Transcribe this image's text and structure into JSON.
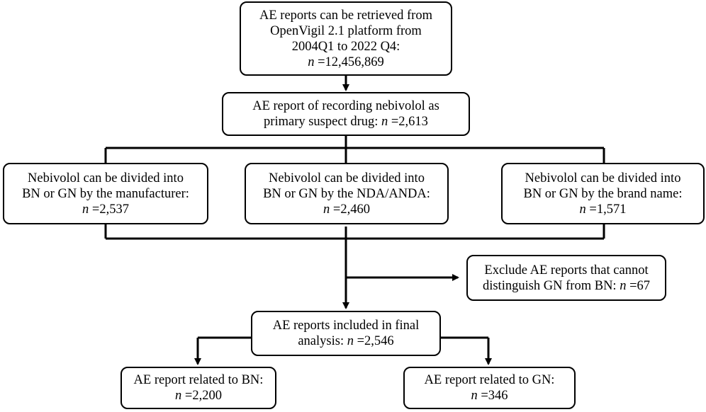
{
  "nodes": {
    "source": {
      "lines": [
        "AE reports can be retrieved from",
        "OpenVigil 2.1 platform from",
        "2004Q1 to 2022 Q4:"
      ],
      "n_symbol": "n",
      "n_value": " =12,456,869"
    },
    "primary": {
      "lines": [
        "AE report of recording nebivolol as"
      ],
      "last_prefix": "primary suspect drug: ",
      "n_symbol": "n",
      "n_value": " =2,613"
    },
    "manufacturer": {
      "lines": [
        "Nebivolol can be divided into",
        "BN or GN by the manufacturer:"
      ],
      "n_symbol": "n",
      "n_value": " =2,537"
    },
    "nda": {
      "lines": [
        "Nebivolol can be divided into",
        "BN or GN by the NDA/ANDA:"
      ],
      "n_symbol": "n",
      "n_value": " =2,460"
    },
    "brand": {
      "lines": [
        "Nebivolol can be divided into",
        "BN or GN by the brand name:"
      ],
      "n_symbol": "n",
      "n_value": " =1,571"
    },
    "exclude": {
      "lines": [
        "Exclude AE reports that cannot"
      ],
      "last_prefix": "distinguish GN from BN: ",
      "n_symbol": "n",
      "n_value": " =67"
    },
    "final": {
      "lines": [
        "AE reports included in final"
      ],
      "last_prefix": "analysis: ",
      "n_symbol": "n",
      "n_value": " =2,546"
    },
    "bn": {
      "lines": [
        "AE report related to BN:"
      ],
      "n_symbol": "n",
      "n_value": " =2,200"
    },
    "gn": {
      "lines": [
        "AE report related to GN:"
      ],
      "n_symbol": "n",
      "n_value": " =346"
    }
  }
}
